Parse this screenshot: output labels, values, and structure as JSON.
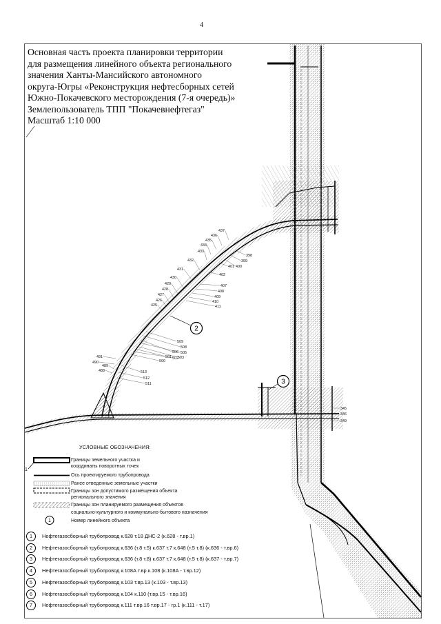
{
  "page_number": "4",
  "title": {
    "lines": [
      "Основная часть проекта планировки территории",
      "для размещения линейного объекта регионального",
      "значения Ханты-Мансийского автономного",
      "округа-Югры «Реконструкция нефтесборных сетей",
      "Южно-Покачевского месторождения (7-я очередь)»",
      "Землепользователь ТПП \"Покачевнефтегаз\"",
      "Масштаб 1:10 000"
    ]
  },
  "map": {
    "object_labels": [
      "2",
      "3"
    ],
    "point_labels": [
      "437",
      "436",
      "435",
      "434",
      "433",
      "432",
      "431",
      "430",
      "429",
      "428",
      "427",
      "426",
      "425",
      "402",
      "401",
      "400",
      "399",
      "398",
      "407",
      "408",
      "409",
      "410",
      "411",
      "509",
      "508",
      "506",
      "505",
      "503",
      "502",
      "501",
      "500",
      "513",
      "512",
      "511",
      "491",
      "490",
      "489",
      "488",
      "345",
      "346",
      "349"
    ]
  },
  "legend": {
    "heading": "УСЛОВНЫЕ ОБОЗНАЧЕНИЯ:",
    "items": [
      {
        "symbol": "land-plot-boundary",
        "marker": "1",
        "lines": [
          "Границы земельного участка и",
          "координаты поворотных точек"
        ]
      },
      {
        "symbol": "pipeline-axis",
        "lines": [
          "Ось проектируемого трубопровода"
        ]
      },
      {
        "symbol": "previously-allocated-plots",
        "lines": [
          "Ранее отведенные земельные участки"
        ]
      },
      {
        "symbol": "regional-object-zone-boundary",
        "lines": [
          "Границы зон допустимого размещения объекта",
          "регионального значения"
        ]
      },
      {
        "symbol": "social-facilities-zone-boundary",
        "lines": [
          "Границы зон планируемого размещения объектов",
          "социально-культурного и коммунально-бытового назначения"
        ]
      },
      {
        "symbol": "linear-object-number",
        "marker": "1",
        "lines": [
          "Номер линейного объекта"
        ]
      }
    ]
  },
  "pipelines": [
    {
      "number": "1",
      "name": "Нефтегазосборный трубопровод к.628 т.18 ДНС-2 (к.628 - т.вр.1)"
    },
    {
      "number": "2",
      "name": "Нефтегазосборный трубопровод к.636 (т.8 т.5) к.637 т.7 к.648 (т.5 т.8) (к.636 - т.вр.6)"
    },
    {
      "number": "3",
      "name": "Нефтегазосборный трубопровод к.636 (т.8 т.8) к.637 т.7 к.648 (т.5 т.8) (к.637 - т.вр.7)"
    },
    {
      "number": "4",
      "name": "Нефтегазосборный трубопровод к.108А т.вр.к.108 (к.108А - т.вр.12)"
    },
    {
      "number": "5",
      "name": "Нефтегазосборный трубопровод к.103 т.вр.13 (к.103 - т.вр.13)"
    },
    {
      "number": "6",
      "name": "Нефтегазосборный трубопровод к.104 к.110 (т.вр.15 - т.вр.16)"
    },
    {
      "number": "7",
      "name": "Нефтегазосборный трубопровод к.111 т.вр.16 т.вр.17 - гр.1 (к.111 - т.17)"
    }
  ]
}
